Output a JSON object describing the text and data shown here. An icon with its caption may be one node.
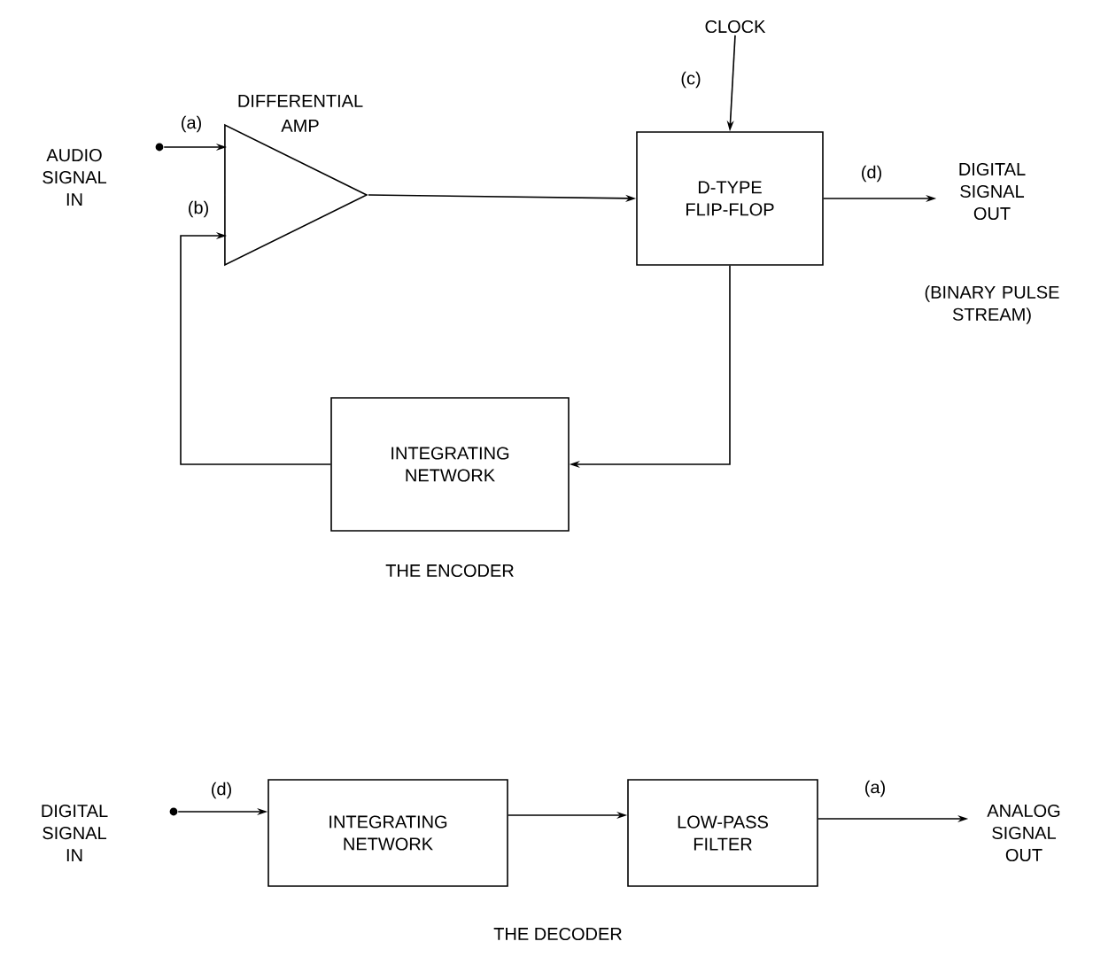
{
  "diagram": {
    "nodes": [
      {
        "text": [],
        "shape": "circle",
        "beside": [
          "AUDIO SIGNAL IN"
        ]
      },
      {
        "text": [
          "DIFFERENTIAL AMP"
        ]
      },
      {
        "text": [
          "D-TYPE FLIP-FLOP"
        ]
      },
      {
        "text": [
          "CLOCK"
        ]
      },
      {
        "text": [
          "DIGITAL SIGNAL OUT"
        ],
        "beside": [
          "(BINARY PULSE STREAM)"
        ]
      },
      {
        "text": [
          "INTEGRATING NETWORK"
        ]
      },
      {
        "text": [],
        "shape": "circle",
        "beside": [
          "DIGITAL SIGNAL IN"
        ]
      },
      {
        "text": [
          "INTEGRATING NETWORK"
        ]
      },
      {
        "text": [
          "LOW-PASS FILTER"
        ]
      },
      {
        "text": [
          "ANALOG SIGNAL OUT"
        ]
      }
    ],
    "edges": [
      {
        "from": 0,
        "to": 1,
        "label": "(a)",
        "arrow": "to"
      },
      {
        "from": 1,
        "to": 2,
        "arrow": "to"
      },
      {
        "from": 3,
        "to": 2,
        "label": "(c)",
        "arrow": "to"
      },
      {
        "from": 2,
        "to": 4,
        "label": "(d)",
        "arrow": "to"
      },
      {
        "from": 2,
        "to": 5,
        "arrow": "to"
      },
      {
        "from": 5,
        "to": 1,
        "label": "(b)",
        "arrow": "to"
      },
      {
        "from": 6,
        "to": 7,
        "label": "(d)",
        "arrow": "to"
      },
      {
        "from": 7,
        "to": 8,
        "arrow": "to"
      },
      {
        "from": 8,
        "to": 9,
        "label": "(a)",
        "arrow": "to"
      }
    ],
    "labels": [
      "THE ENCODER",
      "THE DECODER"
    ]
  }
}
